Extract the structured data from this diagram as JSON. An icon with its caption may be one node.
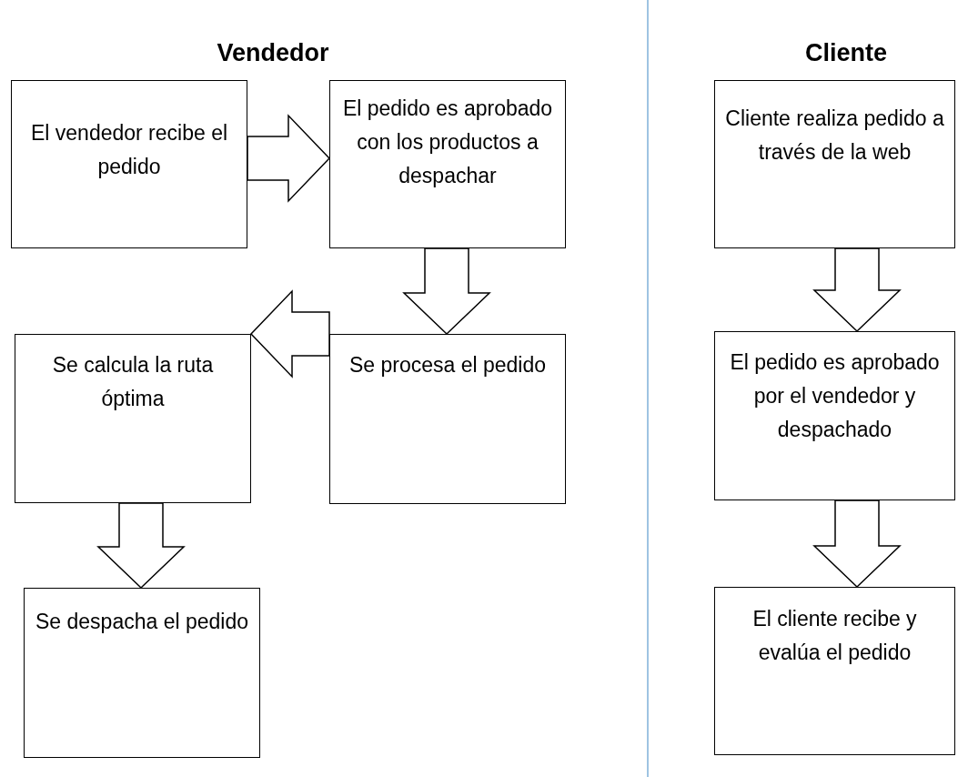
{
  "diagram": {
    "nodes": [
      {
        "text": [
          "El vendedor recibe el pedido"
        ]
      },
      {
        "text": [
          "El pedido es aprobado con los productos a despachar"
        ]
      },
      {
        "text": [
          "Se procesa el pedido"
        ]
      },
      {
        "text": [
          "Se calcula la ruta óptima"
        ]
      },
      {
        "text": [
          "Se despacha el pedido"
        ]
      },
      {
        "text": [
          "Cliente realiza pedido a través de la web"
        ]
      },
      {
        "text": [
          "El pedido es aprobado por el vendedor y despachado"
        ]
      },
      {
        "text": [
          "El cliente recibe y evalúa el pedido"
        ]
      }
    ],
    "edges": [
      {
        "from": 0,
        "to": 1,
        "arrow": "to"
      },
      {
        "from": 1,
        "to": 2,
        "arrow": "to"
      },
      {
        "from": 2,
        "to": 3,
        "arrow": "to"
      },
      {
        "from": 3,
        "to": 4,
        "arrow": "to"
      },
      {
        "from": 5,
        "to": 6,
        "arrow": "to"
      },
      {
        "from": 6,
        "to": 7,
        "arrow": "to"
      }
    ],
    "labels": [
      "Vendedor",
      "Cliente"
    ]
  }
}
